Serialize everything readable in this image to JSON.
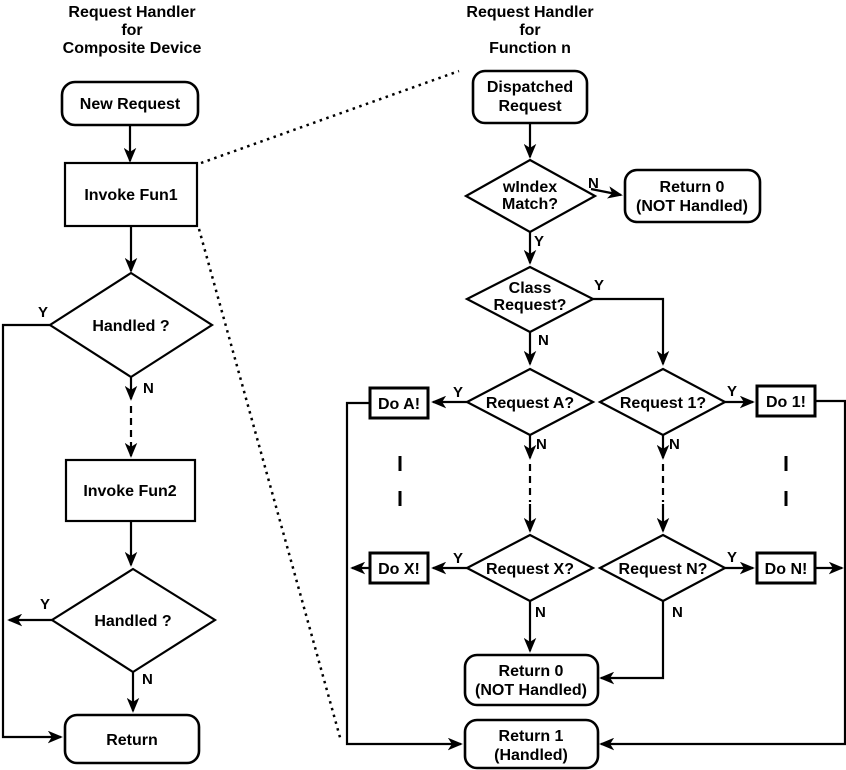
{
  "colors": {
    "ink": "#000000",
    "background": "#ffffff"
  },
  "labels": {
    "yes": "Y",
    "no": "N"
  },
  "left_chart": {
    "title": [
      "Request Handler",
      "for",
      "Composite Device"
    ],
    "nodes": {
      "new_request": "New Request",
      "invoke_fun1": "Invoke Fun1",
      "handled_1": "Handled ?",
      "invoke_fun2": "Invoke Fun2",
      "handled_2": "Handled ?",
      "return": "Return"
    }
  },
  "right_chart": {
    "title": [
      "Request Handler",
      "for",
      "Function n"
    ],
    "nodes": {
      "dispatched_request": [
        "Dispatched",
        "Request"
      ],
      "windex_match": [
        "wIndex",
        "Match?"
      ],
      "return_0_top": [
        "Return 0",
        "(NOT Handled)"
      ],
      "class_request": [
        "Class",
        "Request?"
      ],
      "request_a": "Request A?",
      "request_1": "Request 1?",
      "do_a": "Do A!",
      "do_1": "Do 1!",
      "request_x": "Request X?",
      "request_n": "Request N?",
      "do_x": "Do X!",
      "do_n": "Do N!",
      "return_0_bottom": [
        "Return 0",
        "(NOT Handled)"
      ],
      "return_1": [
        "Return 1",
        "(Handled)"
      ]
    }
  }
}
